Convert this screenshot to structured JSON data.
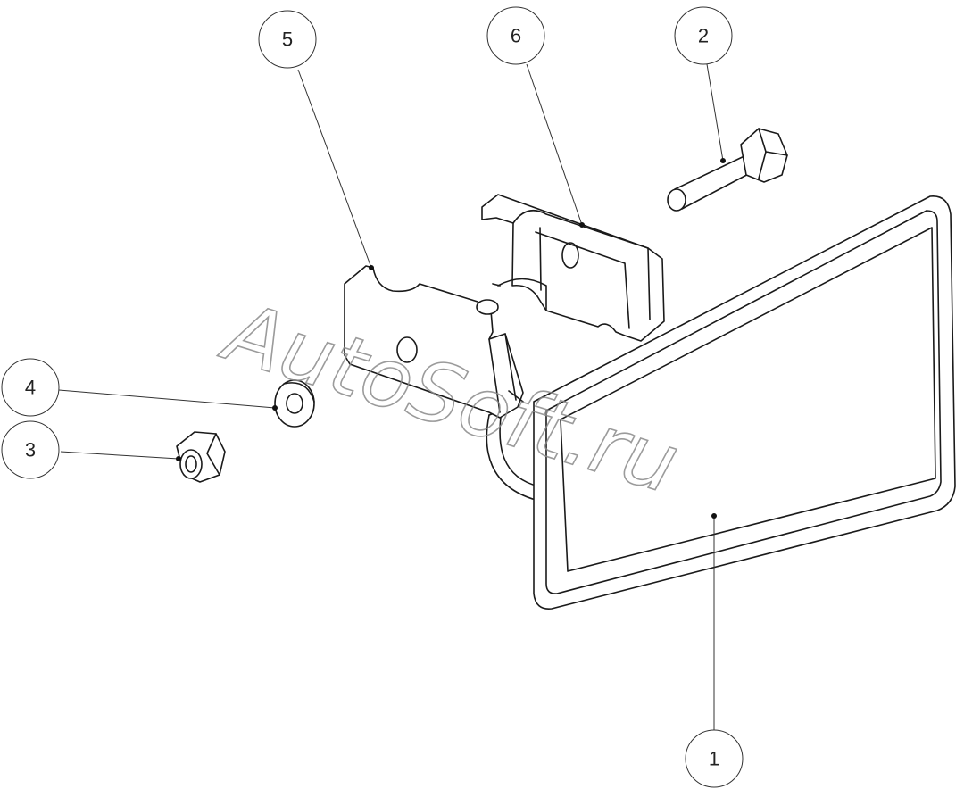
{
  "watermark": "AutoSoft.ru",
  "callouts": [
    {
      "label": "1",
      "part": "license-plate-frame"
    },
    {
      "label": "2",
      "part": "bolt"
    },
    {
      "label": "3",
      "part": "nut"
    },
    {
      "label": "4",
      "part": "washer"
    },
    {
      "label": "5",
      "part": "bracket"
    },
    {
      "label": "6",
      "part": "mounting-plate"
    }
  ]
}
